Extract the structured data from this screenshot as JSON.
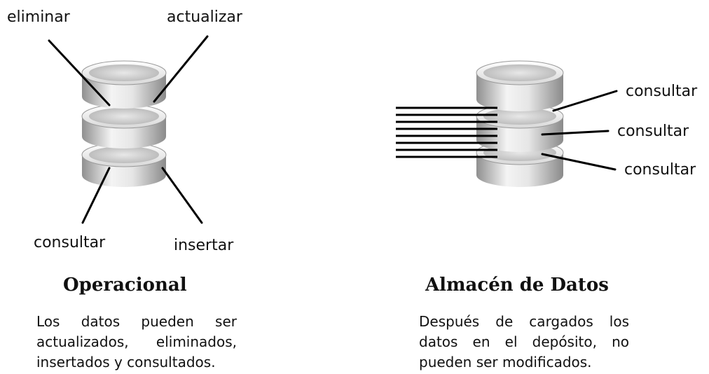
{
  "operational": {
    "labels": {
      "delete": "eliminar",
      "update": "actualizar",
      "query": "consultar",
      "insert": "insertar"
    },
    "title": "Operacional",
    "description": [
      "Los datos pueden ser",
      "actualizados, eliminados,",
      "insertados y consultados."
    ]
  },
  "warehouse": {
    "labels": [
      "consultar",
      "consultar",
      "consultar"
    ],
    "title": "Almacén de Datos",
    "description": [
      "Después de cargados los",
      "datos en el depósito, no",
      "pueden ser modificados."
    ]
  },
  "colors": {
    "disk_light": "#f7f7f7",
    "disk_mid": "#c9c9c9",
    "disk_dark": "#8a8a8a",
    "line": "#000000"
  }
}
